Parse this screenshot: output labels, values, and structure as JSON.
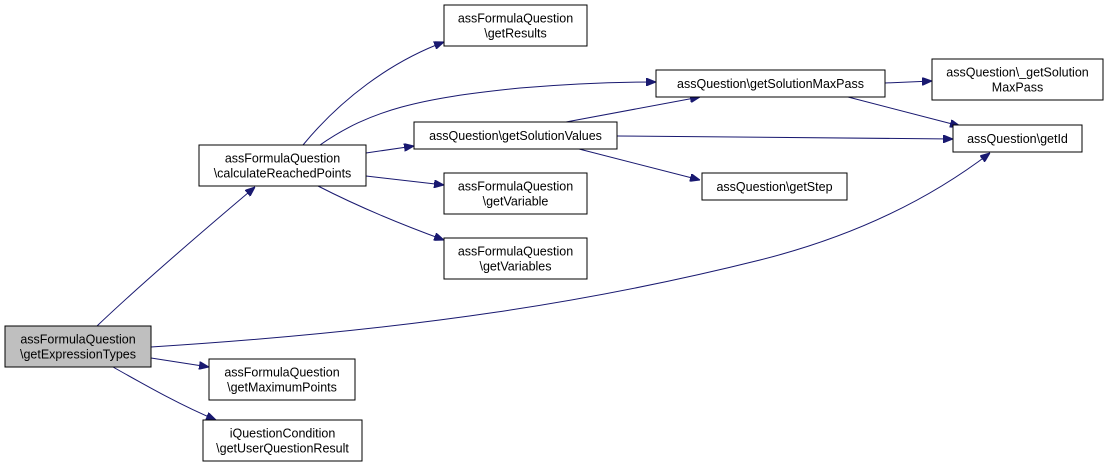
{
  "colors": {
    "edge": "#191970",
    "root_fill": "#bfbfbf",
    "node_fill": "#ffffff",
    "node_border": "#000000"
  },
  "nodes": {
    "get_expression_types": {
      "lines": [
        "assFormulaQuestion",
        "\\getExpressionTypes"
      ],
      "highlighted": true
    },
    "calculate_reached_points": {
      "lines": [
        "assFormulaQuestion",
        "\\calculateReachedPoints"
      ]
    },
    "get_maximum_points": {
      "lines": [
        "assFormulaQuestion",
        "\\getMaximumPoints"
      ]
    },
    "get_user_question_result": {
      "lines": [
        "iQuestionCondition",
        "\\getUserQuestionResult"
      ]
    },
    "get_results": {
      "lines": [
        "assFormulaQuestion",
        "\\getResults"
      ]
    },
    "get_solution_values": {
      "lines": [
        "assQuestion\\getSolutionValues"
      ]
    },
    "get_variable": {
      "lines": [
        "assFormulaQuestion",
        "\\getVariable"
      ]
    },
    "get_variables": {
      "lines": [
        "assFormulaQuestion",
        "\\getVariables"
      ]
    },
    "get_solution_max_pass": {
      "lines": [
        "assQuestion\\getSolutionMaxPass"
      ]
    },
    "get_step": {
      "lines": [
        "assQuestion\\getStep"
      ]
    },
    "private_get_solution_max_pass": {
      "lines": [
        "assQuestion\\_getSolution",
        "MaxPass"
      ]
    },
    "get_id": {
      "lines": [
        "assQuestion\\getId"
      ]
    }
  },
  "edges": [
    [
      "get_expression_types",
      "calculate_reached_points"
    ],
    [
      "get_expression_types",
      "get_id"
    ],
    [
      "get_expression_types",
      "get_maximum_points"
    ],
    [
      "get_expression_types",
      "get_user_question_result"
    ],
    [
      "calculate_reached_points",
      "get_results"
    ],
    [
      "calculate_reached_points",
      "get_solution_max_pass"
    ],
    [
      "calculate_reached_points",
      "get_solution_values"
    ],
    [
      "calculate_reached_points",
      "get_variable"
    ],
    [
      "calculate_reached_points",
      "get_variables"
    ],
    [
      "get_solution_values",
      "get_solution_max_pass"
    ],
    [
      "get_solution_values",
      "get_id"
    ],
    [
      "get_solution_values",
      "get_step"
    ],
    [
      "get_solution_max_pass",
      "private_get_solution_max_pass"
    ],
    [
      "get_solution_max_pass",
      "get_id"
    ]
  ]
}
